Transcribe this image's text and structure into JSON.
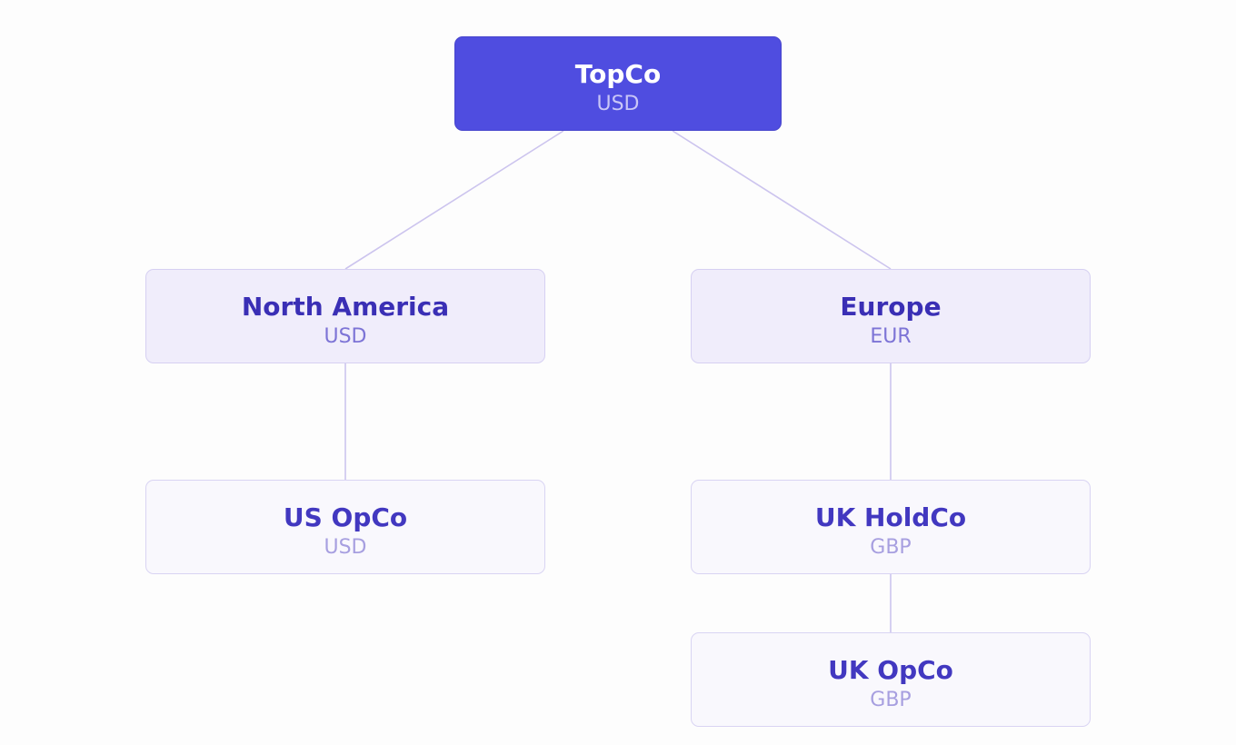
{
  "colors": {
    "root_fill": "#4f4de0",
    "level1_fill": "#f0edfb",
    "level2_fill": "#f9f8fd",
    "connector": "#ccc4ee",
    "title_text": "#3a2fb5"
  },
  "tree": {
    "root": {
      "name": "TopCo",
      "currency": "USD"
    },
    "north_america": {
      "name": "North America",
      "currency": "USD"
    },
    "europe": {
      "name": "Europe",
      "currency": "EUR"
    },
    "us_opco": {
      "name": "US OpCo",
      "currency": "USD"
    },
    "uk_holdco": {
      "name": "UK HoldCo",
      "currency": "GBP"
    },
    "uk_opco": {
      "name": "UK OpCo",
      "currency": "GBP"
    }
  },
  "edges": [
    {
      "from": "root",
      "to": "north_america"
    },
    {
      "from": "root",
      "to": "europe"
    },
    {
      "from": "north_america",
      "to": "us_opco"
    },
    {
      "from": "europe",
      "to": "uk_holdco"
    },
    {
      "from": "uk_holdco",
      "to": "uk_opco"
    }
  ]
}
